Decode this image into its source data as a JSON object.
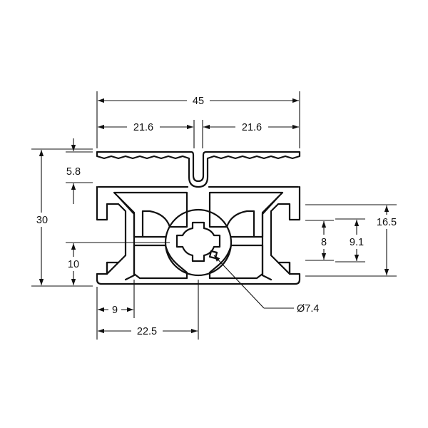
{
  "dimensions": {
    "overall_width": "45",
    "half_width_left": "21.6",
    "half_width_right": "21.6",
    "overall_height": "30",
    "top_flange": "5.8",
    "bottom_offset": "10",
    "slot_offset": "9",
    "center_offset": "22.5",
    "slot_height": "16.5",
    "slot_opening": "8",
    "slot_inner": "9.1",
    "bore_diameter": "Ø7.4"
  }
}
